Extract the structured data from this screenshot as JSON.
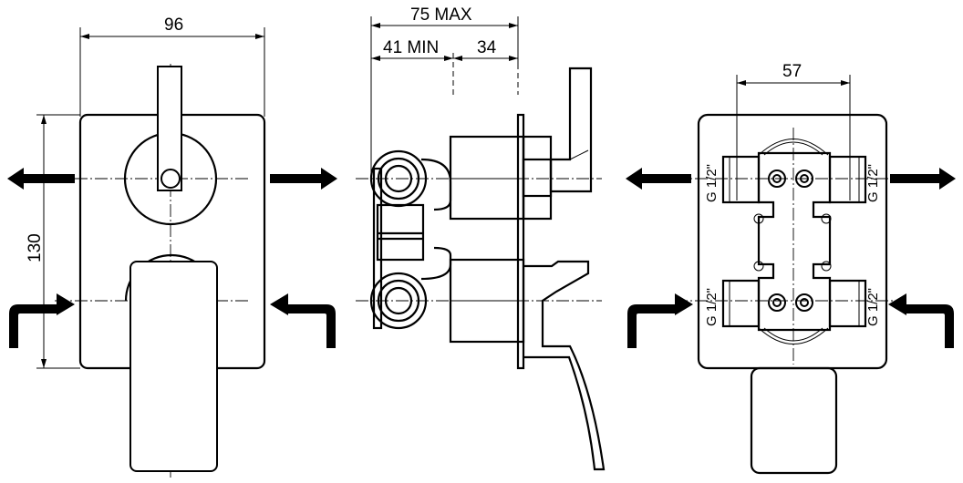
{
  "front_view": {
    "dim_width": "96",
    "dim_height": "130"
  },
  "side_view": {
    "dim_depth_max": "75 MAX",
    "dim_depth_min": "41 MIN",
    "dim_adjust": "34"
  },
  "rear_view": {
    "dim_inlet_spacing": "57",
    "thread_labels": [
      "G 1/2\"",
      "G 1/2\"",
      "G 1/2\"",
      "G 1/2\""
    ]
  }
}
